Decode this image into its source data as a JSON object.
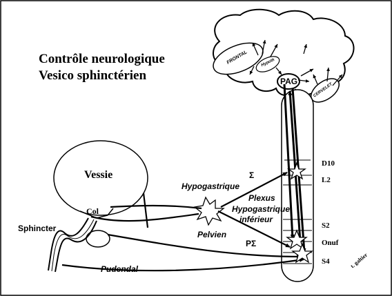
{
  "title": {
    "line1": "Contrôle neurologique",
    "line2": "Vesico sphinctérien"
  },
  "brain": {
    "frontal": "FRONTAL",
    "hypothal": "Hypoth",
    "pag": "PAG",
    "cervelet": "CERVELET"
  },
  "organs": {
    "vessie": "Vessie",
    "col": "Col",
    "sphincter": "Sphincter"
  },
  "nerves": {
    "sigma": "Σ",
    "hypogastrique": "Hypogastrique",
    "plexus_line1": "Plexus",
    "plexus_line2": "Hypogastrique",
    "plexus_line3": "inférieur",
    "pelvien": "Pelvien",
    "p_sigma": "PΣ",
    "pudendal": "Pudendal"
  },
  "spinal_levels": {
    "d10": "D10",
    "l2": "L2",
    "s2": "S2",
    "onuf": "Onuf",
    "s4": "S4"
  },
  "author": "t. galtier",
  "colors": {
    "stroke": "#000000",
    "background": "#ffffff",
    "frame": "#000000"
  }
}
